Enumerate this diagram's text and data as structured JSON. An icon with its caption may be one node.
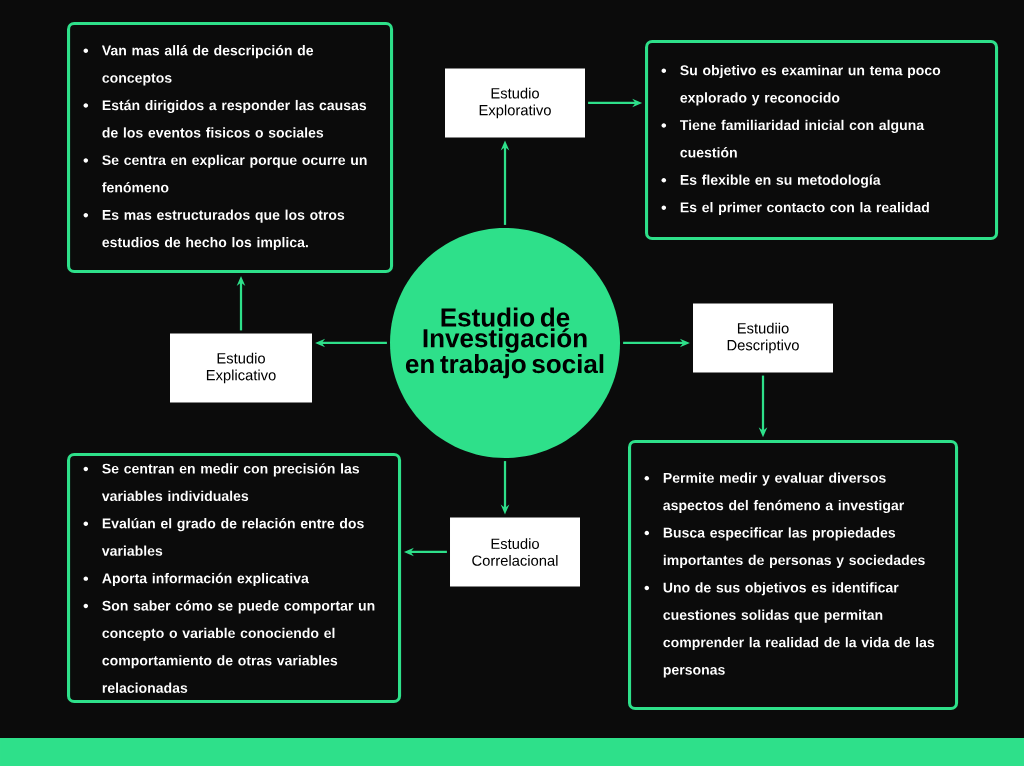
{
  "diagram": {
    "nodes": [
      {
        "text": [
          "Estudio de Investigación en trabajo social"
        ]
      },
      {
        "text": [
          "Estudio Explorativo"
        ]
      },
      {
        "text": [
          "Estudiio Descriptivo"
        ]
      },
      {
        "text": [
          "Estudio Correlacional"
        ]
      },
      {
        "text": [
          "Estudio Explicativo"
        ]
      },
      {
        "text": [
          "Su objetivo es examinar un tema  poco explorado y reconocido",
          "Tiene familiaridad inicial con alguna cuestión",
          "Es flexible en su metodología",
          "Es el primer contacto con la realidad"
        ]
      },
      {
        "text": [
          "Permite medir y evaluar diversos aspectos del fenómeno a investigar",
          "Busca especificar las propiedades importantes de personas y sociedades",
          "Uno de sus objetivos es identificar cuestiones solidas que permitan comprender la realidad de la vida de las personas"
        ]
      },
      {
        "text": [
          "Se centran en medir con precisión las variables individuales",
          "Evalúan el grado de relación entre dos variables",
          "Aporta información explicativa",
          "Son saber cómo se puede comportar un concepto o variable conociendo el comportamiento de otras variables relacionadas"
        ]
      },
      {
        "text": [
          "Van mas allá de descripción de conceptos",
          "Están dirigidos a responder las causas de los eventos fisicos o sociales",
          "Se centra en explicar porque ocurre un fenómeno",
          "Es mas estructurados que los otros estudios de hecho los implica."
        ]
      }
    ],
    "edges": [
      {
        "from": 0,
        "to": 1,
        "arrow": "to"
      },
      {
        "from": 1,
        "to": 5,
        "arrow": "to"
      },
      {
        "from": 0,
        "to": 2,
        "arrow": "to"
      },
      {
        "from": 2,
        "to": 6,
        "arrow": "to"
      },
      {
        "from": 0,
        "to": 3,
        "arrow": "to"
      },
      {
        "from": 3,
        "to": 7,
        "arrow": "to"
      },
      {
        "from": 0,
        "to": 4,
        "arrow": "to"
      },
      {
        "from": 4,
        "to": 8,
        "arrow": "to"
      }
    ]
  }
}
